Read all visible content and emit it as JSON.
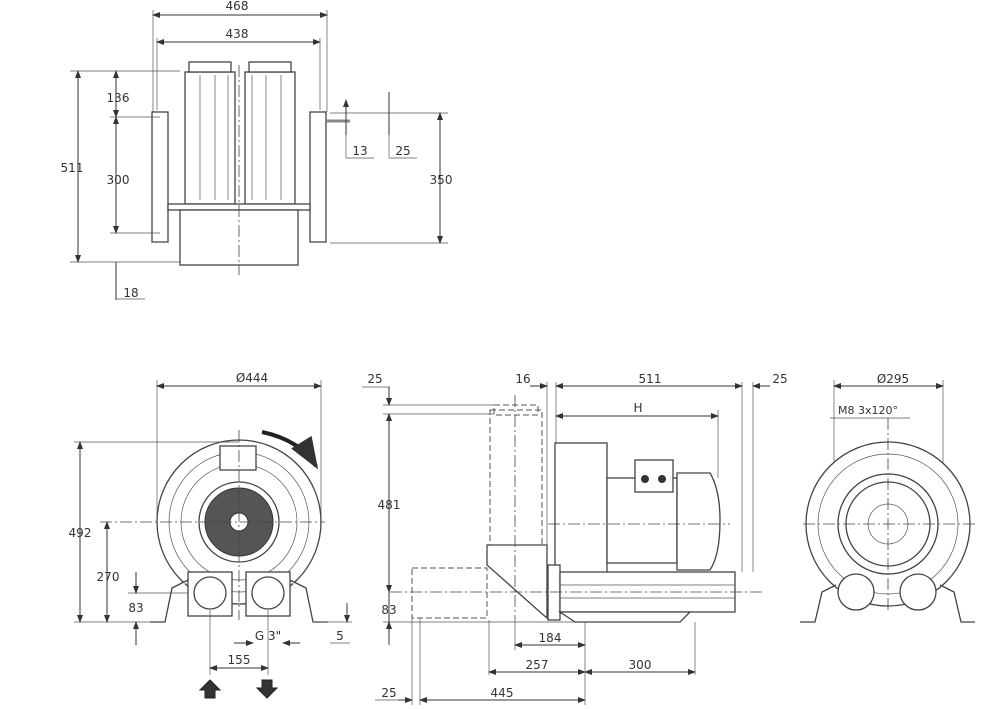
{
  "top_view": {
    "dims": {
      "overall_width": "468",
      "inner_width": "438",
      "height": "511",
      "top_offset": "136",
      "hole_spacing": "300",
      "bottom_offset": "18",
      "bolt_13": "13",
      "bolt_25": "25",
      "side_height": "350"
    }
  },
  "front_view": {
    "dims": {
      "diameter": "Ø444",
      "height": "492",
      "axis_height": "270",
      "port_height": "83",
      "port_size": "G 3\"",
      "port_spacing": "155",
      "foot_offset": "5"
    }
  },
  "side_view": {
    "dims": {
      "left_top_25": "25",
      "flange_16": "16",
      "length": "511",
      "right_25": "25",
      "motor_H": "H",
      "filter_height": "481",
      "port_height": "83",
      "d184": "184",
      "d257": "257",
      "d300": "300",
      "bottom_25": "25",
      "d445": "445"
    }
  },
  "rear_view": {
    "dims": {
      "diameter": "Ø295",
      "thread": "M8 3x120°"
    }
  },
  "flow_arrows": {
    "inlet": "arrow-up",
    "outlet": "arrow-down",
    "color": "#222222"
  }
}
